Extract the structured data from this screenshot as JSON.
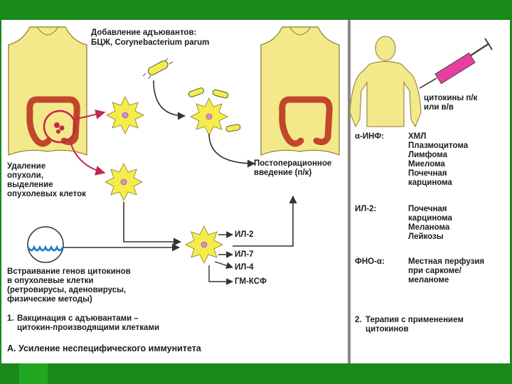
{
  "left": {
    "adjuvants_title": "Добавление адъювантов:",
    "adjuvants_list_plain": "БЦЖ, ",
    "adjuvants_list_italic": "Corynebacterium parum",
    "removal_label": "Удаление\nопухоли,\nвыделение\nопухолевых клеток",
    "postop_label": "Постоперационное\nвведение (п/к)",
    "gene_insert_label": "Встраивание генов цитокинов\nв опухолевые клетки\n(ретровирусы, аденовирусы,\nфизические методы)",
    "cytokines": [
      "ИЛ-2",
      "ИЛ-7",
      "ИЛ-4",
      "ГМ-КСФ"
    ],
    "section1_number": "1.",
    "section1_title": "Вакцинация с адъювантами –\nцитокин-производящими клетками",
    "section_A": "А. Усиление неспецифического иммунитета"
  },
  "right": {
    "injection_label": "цитокины п/к\nили в/в",
    "therapies": [
      {
        "agent": "α-ИНФ:",
        "indications": "ХМЛ\nПлазмоцитома\nЛимфома\nМиелома\nПочечная\nкарцинома"
      },
      {
        "agent": "ИЛ-2:",
        "indications": "Почечная\nкарцинома\nМеланома\nЛейкозы"
      },
      {
        "agent": "ФНО-α:",
        "indications": "Местная перфузия\nпри саркоме/\nмеланоме"
      }
    ],
    "section2_number": "2.",
    "section2_title": "Терапия с применением\nцитокинов"
  },
  "colors": {
    "frame_green": "#1a8a1a",
    "accent_green": "#22a722",
    "skin": "#f3e98a",
    "colon": "#c0472a",
    "tumor_circle": "#c4264f",
    "arrow": "#333333",
    "cell_body": "#f4ec4a",
    "cell_nucleus": "#d98ad9",
    "plasmid": "#1e7fd0",
    "syringe": "#e63fa0"
  }
}
